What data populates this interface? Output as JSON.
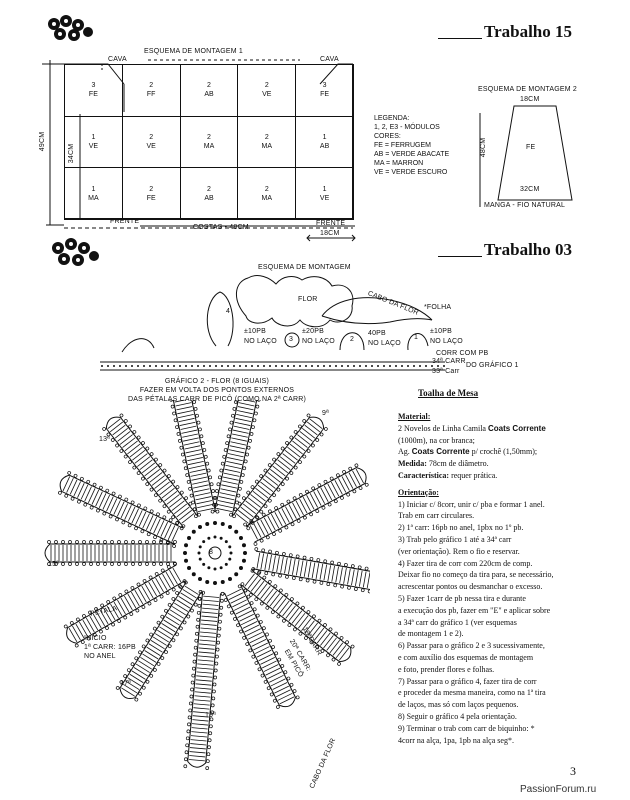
{
  "header": {
    "title_15": "Trabalho 15",
    "title_03": "Trabalho 03",
    "page_number": "3",
    "watermark": "PassionForum.ru"
  },
  "esquema1": {
    "title": "ESQUEMA DE MONTAGEM 1",
    "cava_left": "CAVA",
    "cava_right": "CAVA",
    "dim_49": "49CM",
    "dim_34": "34CM",
    "frente_left": "FRENTE",
    "costas": "COSTAS - 48CM",
    "frente_right": "FRENTE",
    "dim_18": "18CM",
    "cells": [
      [
        "3",
        "FE"
      ],
      [
        "2",
        "FF"
      ],
      [
        "2",
        "AB"
      ],
      [
        "2",
        "VE"
      ],
      [
        "3",
        "FE"
      ],
      [
        "1",
        "VE"
      ],
      [
        "2",
        "VE"
      ],
      [
        "2",
        "MA"
      ],
      [
        "2",
        "MA"
      ],
      [
        "1",
        "AB"
      ],
      [
        "1",
        "MA"
      ],
      [
        "2",
        "FE"
      ],
      [
        "2",
        "AB"
      ],
      [
        "2",
        "MA"
      ],
      [
        "1",
        "VE"
      ]
    ]
  },
  "legenda": {
    "lines": [
      "LEGENDA:",
      "1, 2, E3 - MÓDULOS",
      "CORES:",
      "FE = FERRUGEM",
      "AB = VERDE ABACATE",
      "MA = MARRON",
      "VE = VERDE ESCURO"
    ]
  },
  "esquema2": {
    "title": "ESQUEMA DE MONTAGEM 2",
    "top": "18CM",
    "side": "48CM",
    "center": "FE",
    "bottom": "32CM",
    "caption": "MANGA - FIO NATURAL"
  },
  "esquema3": {
    "title": "ESQUEMA DE MONTAGEM",
    "flor": "FLOR",
    "cabo": "CABO DA FLOR",
    "folha": "*FOLHA",
    "n4": "4",
    "n3": "3",
    "n2": "2",
    "n1": "1",
    "n10pb_a": "±10PB",
    "n10pb_b": "±10PB",
    "n20pb": "±20PB",
    "n40pb": "40PB",
    "laco1": "NO LAÇO",
    "laco2": "NO LAÇO",
    "laco3": "NO LAÇO",
    "laco4": "NO LAÇO",
    "corr": "CORR COM PB",
    "carr34": "34ª CARR",
    "grafico1": "DO GRÁFICO 1",
    "carr33": "33ª Carr"
  },
  "grafico2": {
    "line1": "GRÁFICO 2 - FLOR (8 IGUAIS)",
    "line2": "FAZER EM VOLTA DOS PONTOS EXTERNOS",
    "line3": "DAS PÉTALAS CARR DE PICÔ (COMO NA 2ª CARR)"
  },
  "flower": {
    "center": "8",
    "peta": "PÉTALA",
    "inicio1": "INÍCIO",
    "inicio2": "1ª CARR: 16PB",
    "inicio3": "NO ANEL",
    "carr18": "18ªCARR",
    "carr20a": "20ª CARR:",
    "carr20b": "EM PICÔ",
    "cabo": "CABO DA FLOR",
    "r9": "9ª",
    "r13": "13ª",
    "r15": "15ª",
    "r17": "17ª",
    "r19": "19ª"
  },
  "toalha": {
    "title": "Toalha de Mesa",
    "material_h": "Material:",
    "mat1a": "2 Novelos de Linha Camila ",
    "mat1b": "Coats Corrente",
    "mat2": "(1000m), na cor branca;",
    "mat3a": "Ag. ",
    "mat3b": "Coats Corrente",
    "mat3c": " p/ crochê (1,50mm);",
    "medida_h": "Medida:",
    "medida": " 78cm de diâmetro.",
    "caract_h": "Característica:",
    "caract": " requer prática.",
    "orient_h": "Orientação:",
    "steps": [
      "1)    Iniciar c/ 8corr, unir c/ pba e formar 1 anel.",
      "Trab em carr circulares.",
      "2) 1ª carr: 16pb no anel, 1pbx no 1º pb.",
      "3)    Trab pelo gráfico 1 até a 34ª carr",
      "(ver orientação). Rem o fio e reservar.",
      "4)   Fazer tira de corr com 220cm de comp.",
      "Deixar fio no começo da tira para, se necessário,",
      "acrescentar pontos ou desmanchar o excesso.",
      "5)    Fazer 1carr de pb nessa tira e durante",
      "a execução dos pb, fazer em \"E\" e aplicar sobre",
      "a 34ª carr do gráfico 1 (ver esquemas",
      "de montagem 1 e 2).",
      "6)    Passar para o gráfico 2 e 3 sucessivamente,",
      "e com auxílio dos esquemas de montagem",
      "e foto, prender flores e folhas.",
      "7)    Passar para o gráfico 4, fazer tira de corr",
      "e proceder da mesma maneira, como na 1ª tira",
      "de laços, mas só com laços pequenos.",
      "8)    Seguir o gráfico 4 pela orientação.",
      "9)    Terminar o trab com carr de biquinho: *",
      "4corr na alça, 1pa, 1pb na alça seg*."
    ]
  }
}
